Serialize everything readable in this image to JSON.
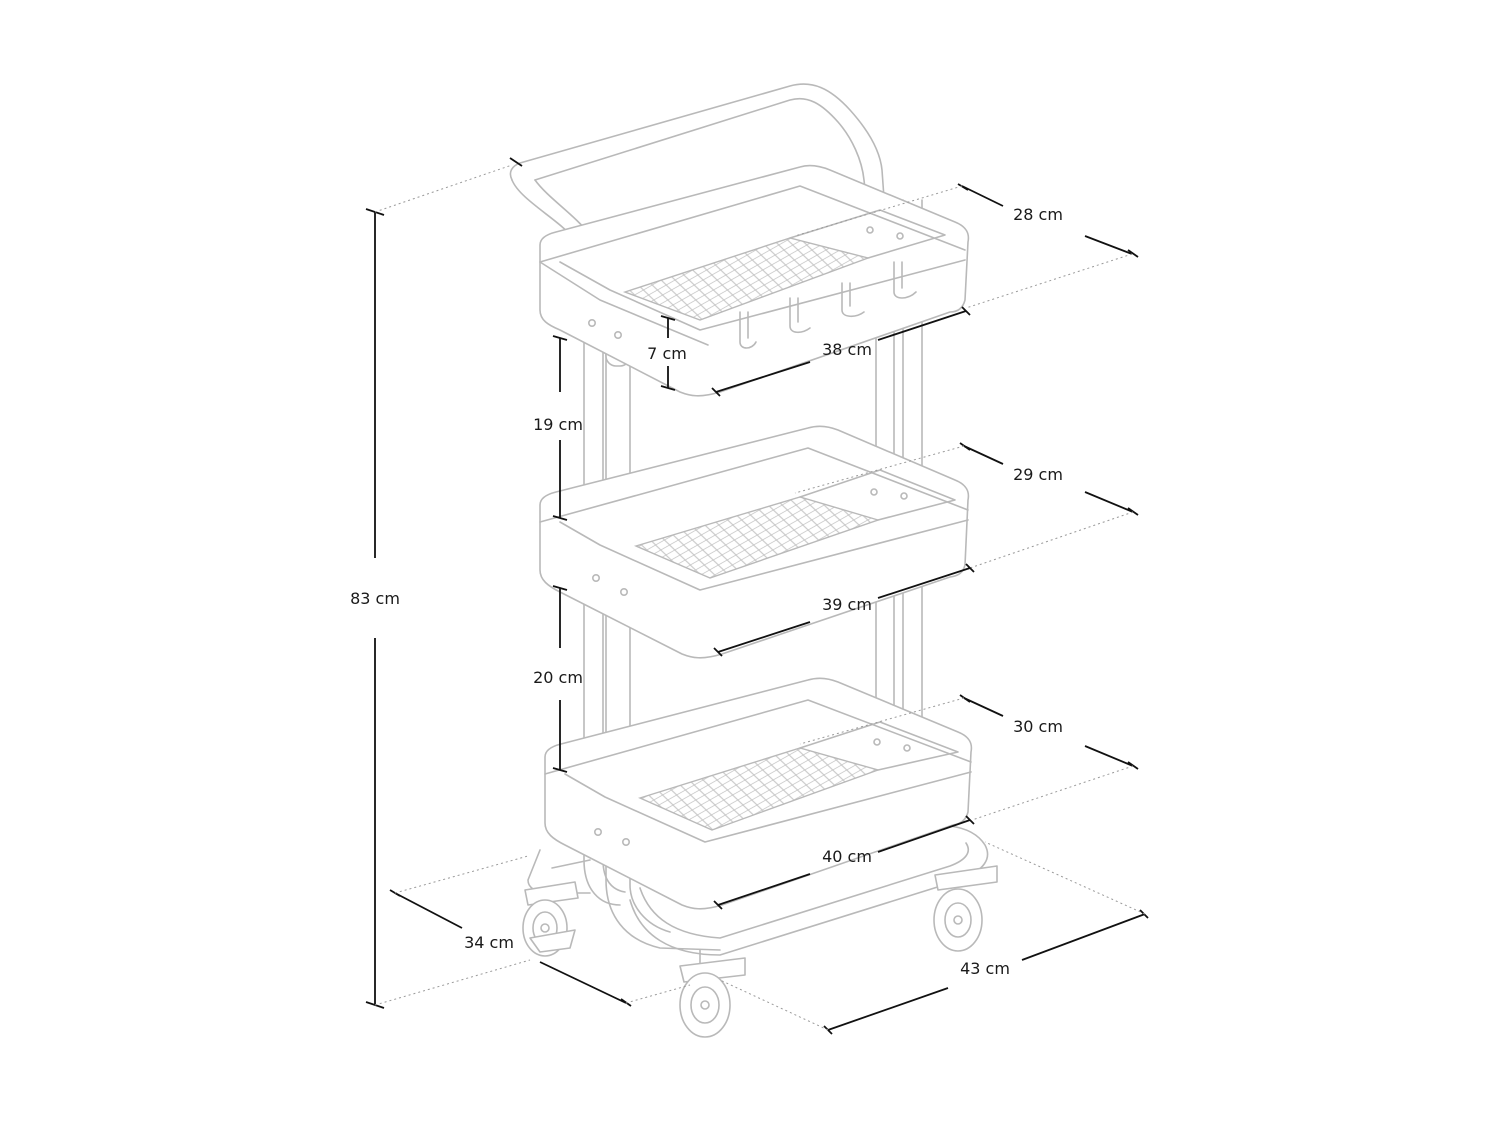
{
  "dimensions": {
    "height_total": "83 cm",
    "top_basket_depth": "28 cm",
    "top_basket_width": "38 cm",
    "top_basket_height": "7 cm",
    "gap_upper": "19 cm",
    "middle_basket_depth": "29 cm",
    "middle_basket_width": "39 cm",
    "gap_lower": "20 cm",
    "bottom_basket_depth": "30 cm",
    "bottom_basket_width": "40 cm",
    "base_depth": "34 cm",
    "base_width": "43 cm"
  }
}
